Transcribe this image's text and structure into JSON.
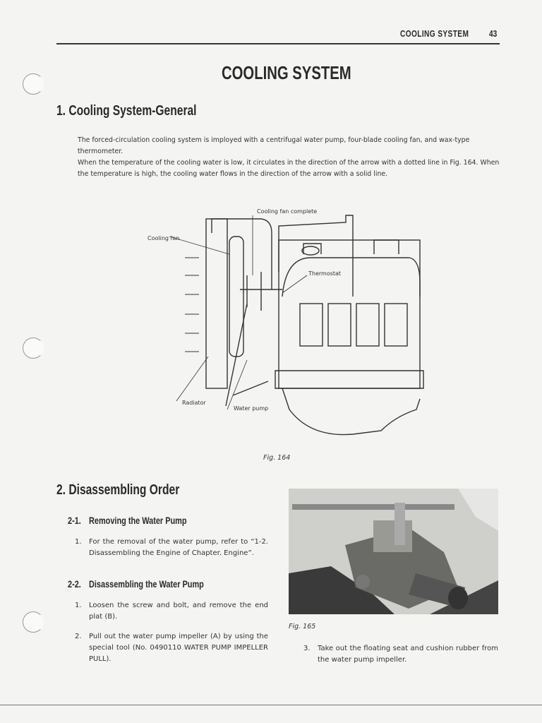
{
  "header": {
    "section": "COOLING SYSTEM",
    "page_number": "43"
  },
  "title": "COOLING SYSTEM",
  "section1": {
    "heading": "1. Cooling System-General",
    "paragraph1": "The forced-circulation cooling system is imployed with a centrifugal water pump, four-blade cooling fan, and wax-type thermometer.",
    "paragraph2": "When the temperature of the cooling water is low, it circulates in the direction of the arrow with a dotted line in Fig. 164.  When the temperature is high, the cooling water flows in the direction of the arrow with a solid line."
  },
  "figure164": {
    "caption": "Fig. 164",
    "labels": {
      "fan_complete": "Cooling fan complete",
      "fan": "Cooling fan",
      "thermostat": "Thermostat",
      "radiator": "Radiator",
      "water_pump": "Water pump"
    }
  },
  "section2": {
    "heading": "2. Disassembling Order",
    "sub1": {
      "number": "2-1.",
      "title": "Removing the Water Pump",
      "items": [
        {
          "n": "1.",
          "text": "For the removal of the water pump, refer to “1-2. Disassembling the Engine of Chapter. Engine”."
        }
      ]
    },
    "sub2": {
      "number": "2-2.",
      "title": "Disassembling the Water Pump",
      "items": [
        {
          "n": "1.",
          "text": "Loosen the screw and bolt, and remove the end plat (B)."
        },
        {
          "n": "2.",
          "text": "Pull out the water pump impeller (A) by using the special tool (No. 0490110 WATER PUMP IMPELLER PULL)."
        },
        {
          "n": "3.",
          "text": "Take out the floating seat and cushion rubber from the water pump impeller."
        }
      ]
    }
  },
  "figure165": {
    "caption": "Fig. 165"
  }
}
